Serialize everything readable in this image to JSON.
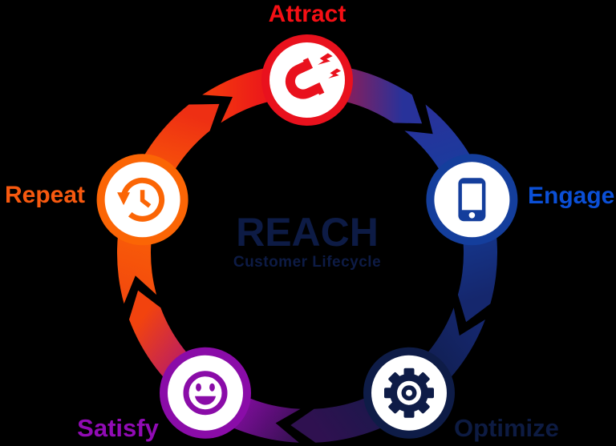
{
  "background_color": "#000000",
  "center": {
    "title": "REACH",
    "subtitle": "Customer Lifecycle",
    "title_color": "#0d1b45",
    "subtitle_color": "#0d1b45"
  },
  "cycle": {
    "direction": "clockwise",
    "nodes": [
      {
        "id": "attract",
        "label": "Attract",
        "angle_deg": 0,
        "icon": "magnet-icon",
        "circle_color": "#e9111d",
        "label_color": "#f50f14"
      },
      {
        "id": "engage",
        "label": "Engage",
        "angle_deg": 72,
        "icon": "smartphone-icon",
        "circle_color": "#143e9c",
        "label_color": "#0b4fd6"
      },
      {
        "id": "optimize",
        "label": "Optimize",
        "angle_deg": 144,
        "icon": "gear-icon",
        "circle_color": "#0e1c47",
        "label_color": "#0d1b42"
      },
      {
        "id": "satisfy",
        "label": "Satisfy",
        "angle_deg": 216,
        "icon": "smiley-icon",
        "circle_color": "#8a0ca8",
        "label_color": "#910bb5"
      },
      {
        "id": "repeat",
        "label": "Repeat",
        "angle_deg": 288,
        "icon": "history-icon",
        "circle_color": "#fb6505",
        "label_color": "#f7590f"
      }
    ],
    "segments": [
      {
        "centered_on": "attract",
        "gradient": [
          [
            0,
            "#f3380e"
          ],
          [
            0.4,
            "#e80a1e"
          ],
          [
            1,
            "#28329a"
          ]
        ]
      },
      {
        "centered_on": "engage",
        "gradient": [
          [
            0,
            "#28329a"
          ],
          [
            0.45,
            "#153f9f"
          ],
          [
            1,
            "#15276d"
          ]
        ]
      },
      {
        "centered_on": "optimize",
        "gradient": [
          [
            0,
            "#15276d"
          ],
          [
            0.45,
            "#101c49"
          ],
          [
            1,
            "#2f1150"
          ]
        ]
      },
      {
        "centered_on": "satisfy",
        "gradient": [
          [
            0,
            "#3b1057"
          ],
          [
            0.38,
            "#8c0ca8"
          ],
          [
            0.72,
            "#c22257"
          ],
          [
            1,
            "#f2430e"
          ]
        ]
      },
      {
        "centered_on": "repeat",
        "gradient": [
          [
            0,
            "#f34a0d"
          ],
          [
            0.5,
            "#fb6505"
          ],
          [
            1,
            "#ee2f13"
          ]
        ]
      }
    ]
  }
}
